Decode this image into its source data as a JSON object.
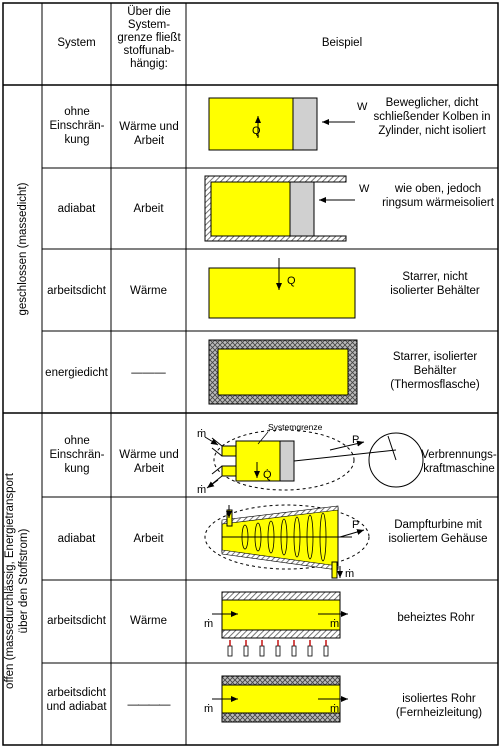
{
  "header": {
    "system": "System",
    "flow": "Über die System- grenze fließt stoffunab- hängig:",
    "beispiel": "Beispiel"
  },
  "groups": {
    "closed": "geschlossen (massedicht)",
    "open_line1": "offen (massedurchlässig, Energietransport",
    "open_line2": "über den Stoffstrom)"
  },
  "rows": [
    {
      "system": "ohne Einschrän- kung",
      "flow": "Wärme und Arbeit",
      "desc": "Beweglicher, dicht schließender Kolben in Zylinder, nicht isoliert"
    },
    {
      "system": "adiabat",
      "flow": "Arbeit",
      "desc": "wie oben, jedoch ringsum wärmeisoliert"
    },
    {
      "system": "arbeitsdicht",
      "flow": "Wärme",
      "desc": "Starrer, nicht isolierter Behälter"
    },
    {
      "system": "energiedicht",
      "flow": "———",
      "desc": "Starrer, isolierter Behälter (Thermosflasche)"
    },
    {
      "system": "ohne Einschrän- kung",
      "flow": "Wärme und Arbeit",
      "desc": "Verbrennungs- kraftmaschine"
    },
    {
      "system": "adiabat",
      "flow": "Arbeit",
      "desc": "Dampfturbine mit isoliertem Gehäuse"
    },
    {
      "system": "arbeitsdicht",
      "flow": "Wärme",
      "desc": "beheiztes Rohr"
    },
    {
      "system": "arbeitsdicht und adiabat",
      "flow": "————",
      "desc": "isoliertes Rohr (Fernheizleitung)"
    }
  ],
  "labels": {
    "W": "W",
    "Q": "Q",
    "Qdot": "Q̇",
    "mdot": "ṁ",
    "P": "P",
    "systemgrenze": "Systemgrenze"
  },
  "colors": {
    "yellow": "#ffff00",
    "gray": "#d0d0d0",
    "hatch": "#808080"
  }
}
